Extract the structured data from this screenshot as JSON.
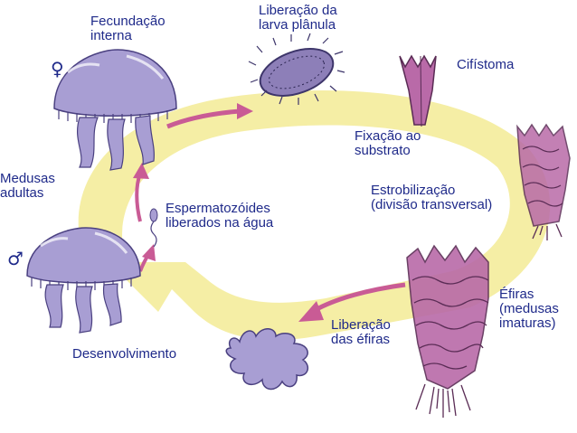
{
  "colors": {
    "cycle_band": "#f4eda0",
    "arrow": "#c95b95",
    "medusa": "#a89ed3",
    "scyphistoma": "#b96aa8",
    "label_text": "#1f2a8a"
  },
  "symbols": {
    "female": "♀",
    "male": "♂"
  },
  "labels": {
    "fecundacao": [
      "Fecundação",
      "interna"
    ],
    "liberacao_larva": [
      "Liberação da",
      "larva plânula"
    ],
    "cifistoma": [
      "Cifístoma"
    ],
    "fixacao": [
      "Fixação ao",
      "substrato"
    ],
    "estrobilizacao": [
      "Estrobilização",
      "(divisão transversal)"
    ],
    "medusas_adultas": [
      "Medusas",
      "adultas"
    ],
    "espermatozoides": [
      "Espermatozóides",
      "liberados na água"
    ],
    "efiras": [
      "Éfiras",
      "(medusas",
      "imaturas)"
    ],
    "liberacao_efiras": [
      "Liberação",
      "das éfiras"
    ],
    "desenvolvimento": [
      "Desenvolvimento"
    ]
  }
}
